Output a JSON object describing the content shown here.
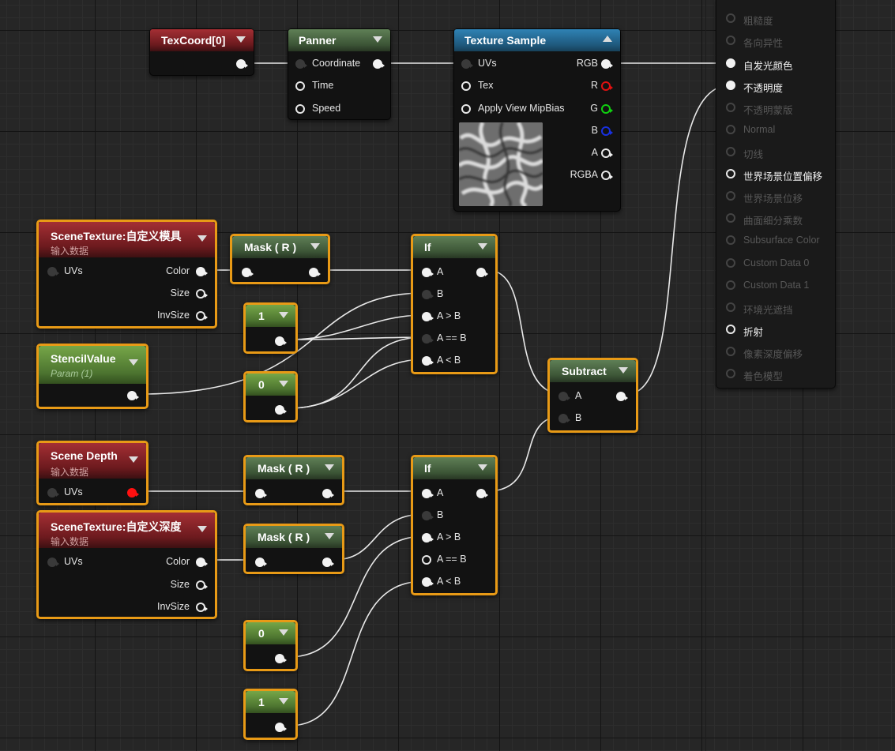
{
  "nodes": {
    "texcoord": {
      "title": "TexCoord[0]"
    },
    "panner": {
      "title": "Panner",
      "inputs": [
        "Coordinate",
        "Time",
        "Speed"
      ]
    },
    "texture_sample": {
      "title": "Texture Sample",
      "inputs": [
        "UVs",
        "Tex",
        "Apply View MipBias"
      ],
      "outputs": [
        "RGB",
        "R",
        "G",
        "B",
        "A",
        "RGBA"
      ]
    },
    "scene_texture_1": {
      "title": "SceneTexture:自定义模具",
      "subtitle": "输入数据",
      "input": "UVs",
      "outputs": [
        "Color",
        "Size",
        "InvSize"
      ]
    },
    "mask_1": {
      "title": "Mask ( R )"
    },
    "if_1": {
      "title": "If",
      "inputs": [
        "A",
        "B",
        "A > B",
        "A == B",
        "A < B"
      ]
    },
    "const_1": {
      "title": "1"
    },
    "stencil_value": {
      "title": "StencilValue",
      "subtitle": "Param (1)"
    },
    "const_0a": {
      "title": "0"
    },
    "subtract": {
      "title": "Subtract",
      "inputs": [
        "A",
        "B"
      ]
    },
    "scene_depth": {
      "title": "Scene Depth",
      "subtitle": "输入数据",
      "input": "UVs"
    },
    "mask_2": {
      "title": "Mask ( R )"
    },
    "if_2": {
      "title": "If",
      "inputs": [
        "A",
        "B",
        "A > B",
        "A == B",
        "A < B"
      ]
    },
    "scene_texture_2": {
      "title": "SceneTexture:自定义深度",
      "subtitle": "输入数据",
      "input": "UVs",
      "outputs": [
        "Color",
        "Size",
        "InvSize"
      ]
    },
    "mask_3": {
      "title": "Mask ( R )"
    },
    "const_0b": {
      "title": "0"
    },
    "const_1b": {
      "title": "1"
    }
  },
  "material_panel": {
    "items": [
      {
        "label": "粗糙度",
        "active": false
      },
      {
        "label": "各向异性",
        "active": false
      },
      {
        "label": "自发光颜色",
        "active": true
      },
      {
        "label": "不透明度",
        "active": true
      },
      {
        "label": "不透明蒙版",
        "active": false
      },
      {
        "label": "Normal",
        "active": false
      },
      {
        "label": "切线",
        "active": false
      },
      {
        "label": "世界场景位置偏移",
        "active": true
      },
      {
        "label": "世界场景位移",
        "active": false
      },
      {
        "label": "曲面细分乘数",
        "active": false
      },
      {
        "label": "Subsurface Color",
        "active": false
      },
      {
        "label": "Custom Data 0",
        "active": false
      },
      {
        "label": "Custom Data 1",
        "active": false
      },
      {
        "label": "环境光遮挡",
        "active": false
      },
      {
        "label": "折射",
        "active": true
      },
      {
        "label": "像素深度偏移",
        "active": false
      },
      {
        "label": "着色模型",
        "active": false
      }
    ]
  },
  "colors": {
    "selection": "#e89a16",
    "wire": "#e8e8e8",
    "wire_active_pin": "#ff1010"
  }
}
